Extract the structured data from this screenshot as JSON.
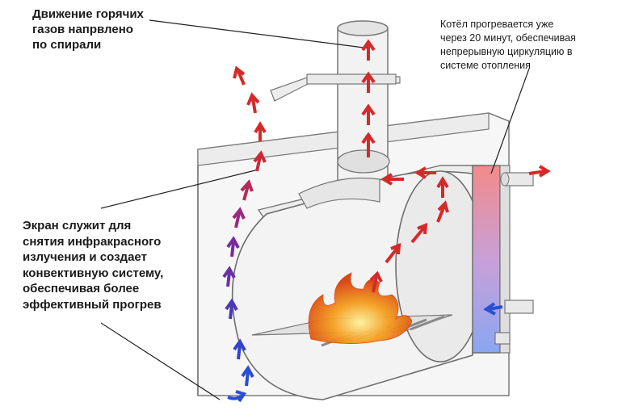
{
  "labels": {
    "spiral_gases": [
      "Движение горячих",
      "газов напрвлено",
      "по спирали"
    ],
    "boiler_warmup": [
      "Котёл прогревается уже",
      "через 20 минут, обеспечивая",
      "непрерывную циркуляцию в",
      "системе отопления"
    ],
    "screen_purpose": [
      "Экран служит для",
      "снятия инфракрасного",
      "излучения и создает",
      "конвективную систему,",
      "обеспечивая более",
      "эффективный прогрев"
    ]
  },
  "colors": {
    "hot_arrow": "#d42a2a",
    "cold_arrow": "#2a4fd4",
    "transition_arrow": "#7a2aa0",
    "boiler_top": "#f28a8a",
    "boiler_bottom": "#8aa6f2",
    "fire": "#f08a1a",
    "steel_face": "#f2f2f2",
    "steel_edge": "#777777"
  },
  "icons": [
    "hot-gas-arrow-icon",
    "cold-air-arrow-icon",
    "flame-icon",
    "pipe-outlet-icon"
  ]
}
